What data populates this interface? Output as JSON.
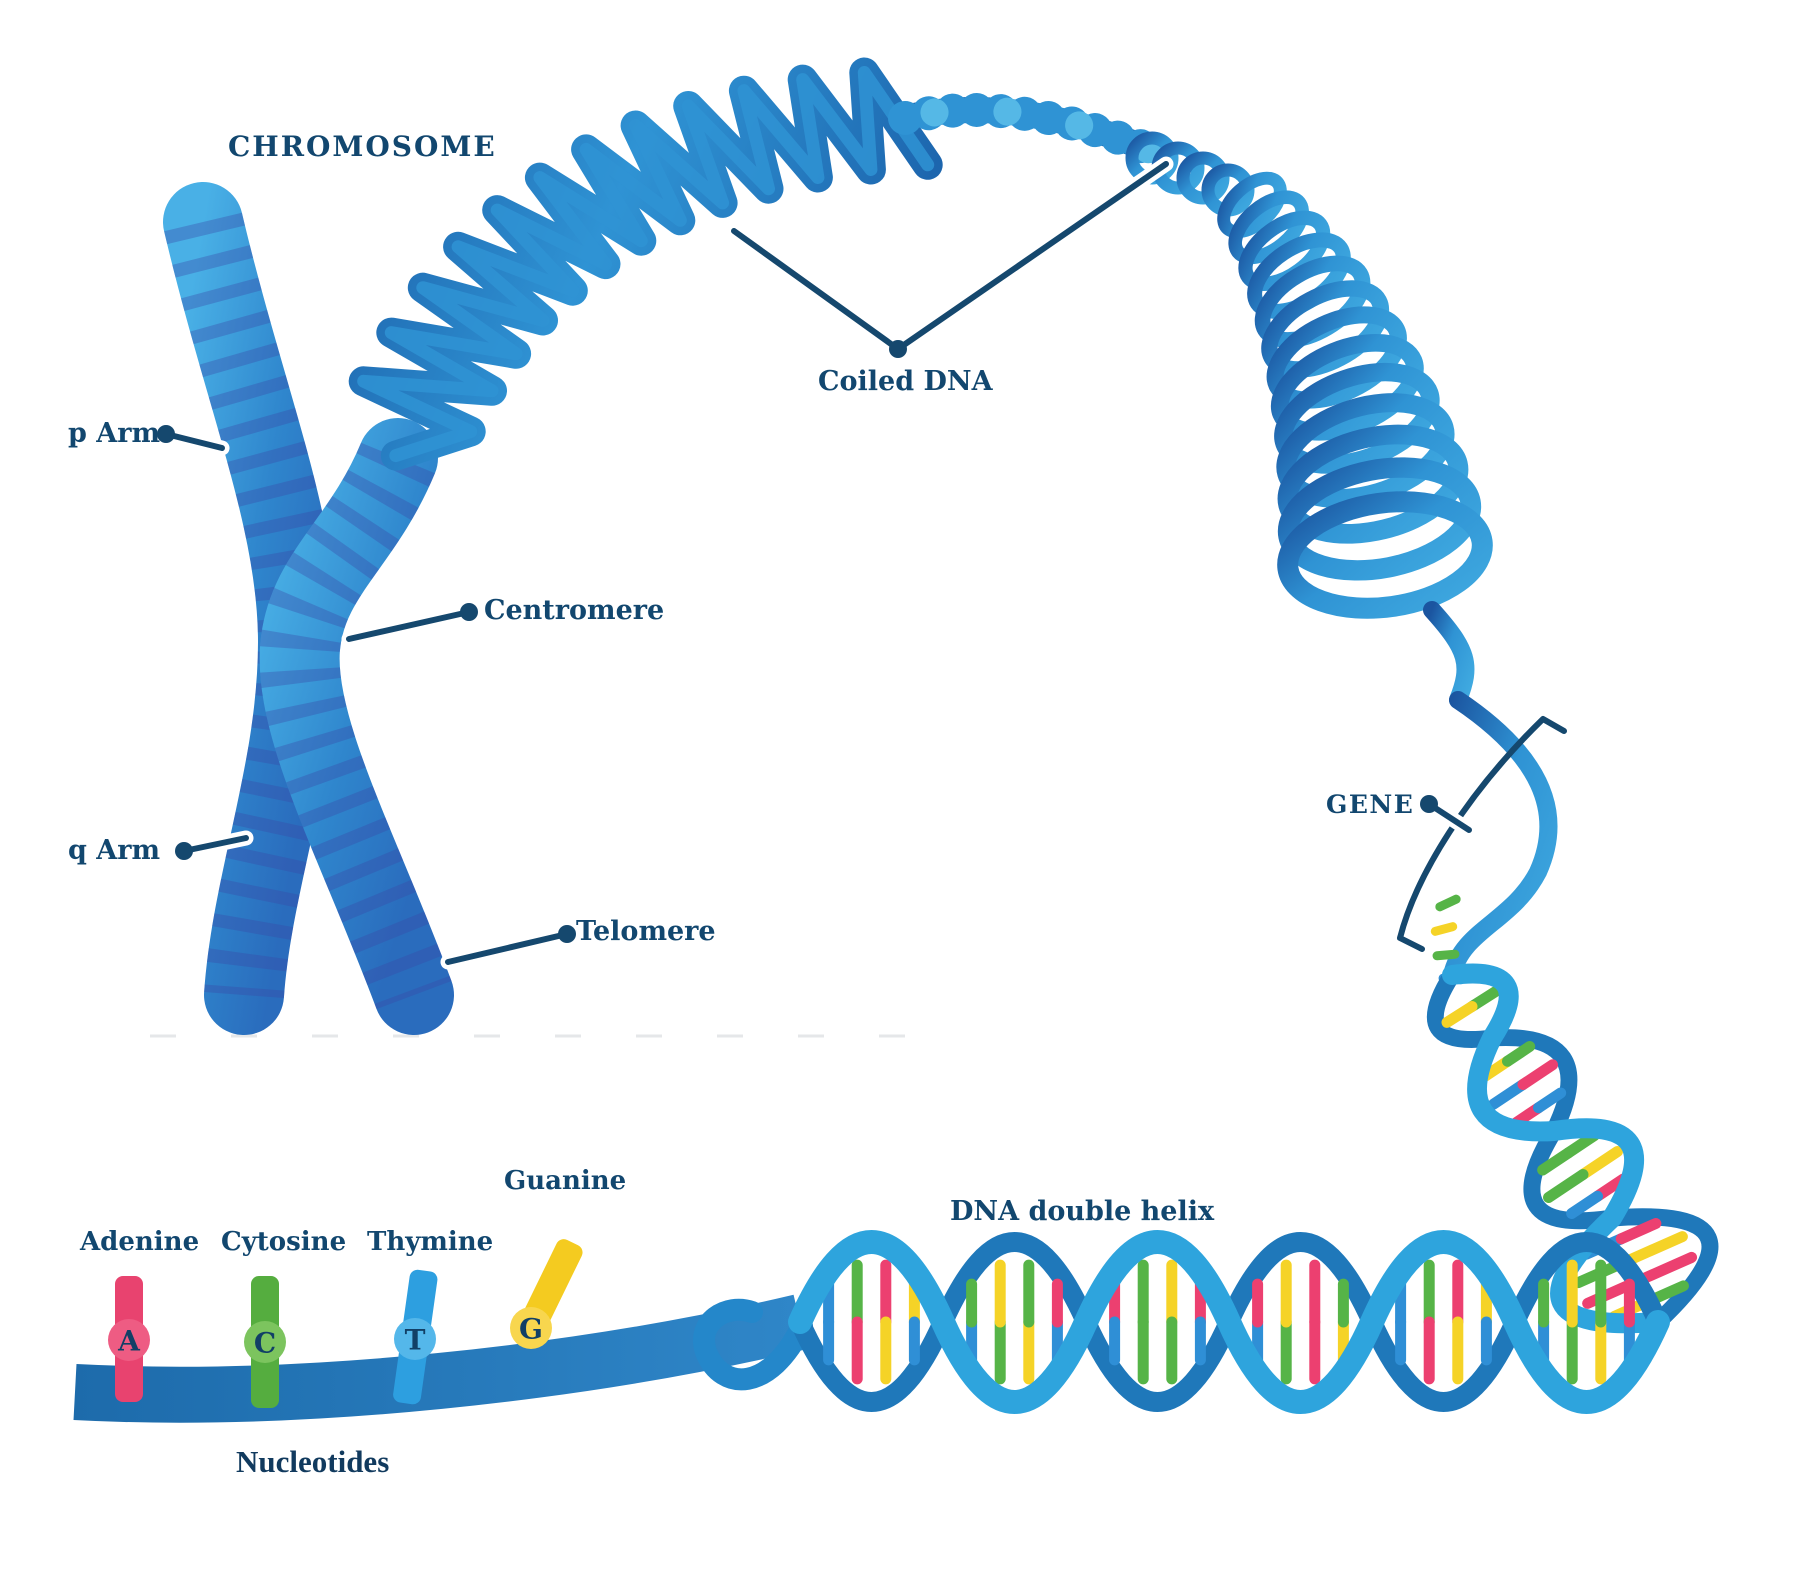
{
  "diagram": {
    "title": "CHROMOSOME",
    "callouts": {
      "p_arm": "p Arm",
      "centromere": "Centromere",
      "q_arm": "q Arm",
      "telomere": "Telomere",
      "coiled_dna": "Coiled DNA",
      "gene": "GENE",
      "dna_double_helix": "DNA double helix",
      "nucleotides_caption": "Nucleotides"
    },
    "nucleotides": [
      {
        "name": "Adenine",
        "letter": "A",
        "stem_color": "#e8436f",
        "circle_color": "#ee5c83"
      },
      {
        "name": "Cytosine",
        "letter": "C",
        "stem_color": "#55ad3f",
        "circle_color": "#7cc45e"
      },
      {
        "name": "Thymine",
        "letter": "T",
        "stem_color": "#2d9fe0",
        "circle_color": "#54b7ea"
      },
      {
        "name": "Guanine",
        "letter": "G",
        "stem_color": "#f4cb20",
        "circle_color": "#f8d64e"
      }
    ],
    "palette": {
      "label_navy": "#12476f",
      "pointer_navy": "#15486e",
      "helix_front": "#2ea4dd",
      "helix_back": "#1f78ba",
      "backbone_blue": "#20679f",
      "rung_green": "#56b447",
      "rung_yellow": "#f5d327",
      "rung_blue": "#2f8fd6",
      "rung_pink": "#ec4070",
      "chromosome_light": "#49b0e6",
      "chromosome_dark": "#2a6cbd",
      "stripe_indigo": "#3a49a6",
      "fiber_dark": "#1a5ca6",
      "fiber_mid": "#2f93d4",
      "fiber_light": "#55b8e6"
    }
  }
}
